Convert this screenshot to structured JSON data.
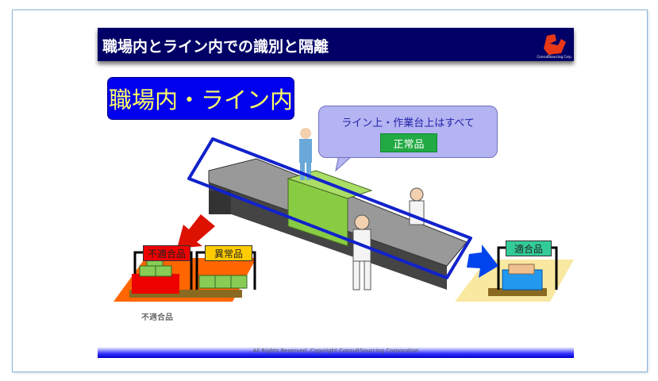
{
  "header": {
    "title": "職場内とライン内での識別と隔離",
    "logo_text": "ConsultSourcing Corp."
  },
  "scope_label": "職場内・ライン内",
  "callout": {
    "text": "ライン上・作業台上はすべて",
    "badge": "正常品"
  },
  "bins": {
    "nonconforming": "不適合品",
    "nonconforming_box": "不適合品",
    "abnormal": "異常品",
    "conforming": "適合品"
  },
  "colors": {
    "header": "#000066",
    "scope": "#0000ee",
    "nonconforming": "#ee0000",
    "abnormal": "#ffcc00",
    "conforming": "#33cc99"
  },
  "footer": {
    "text": "All Rights Reserved, Copyright  ConsultSourcing Corporation"
  }
}
